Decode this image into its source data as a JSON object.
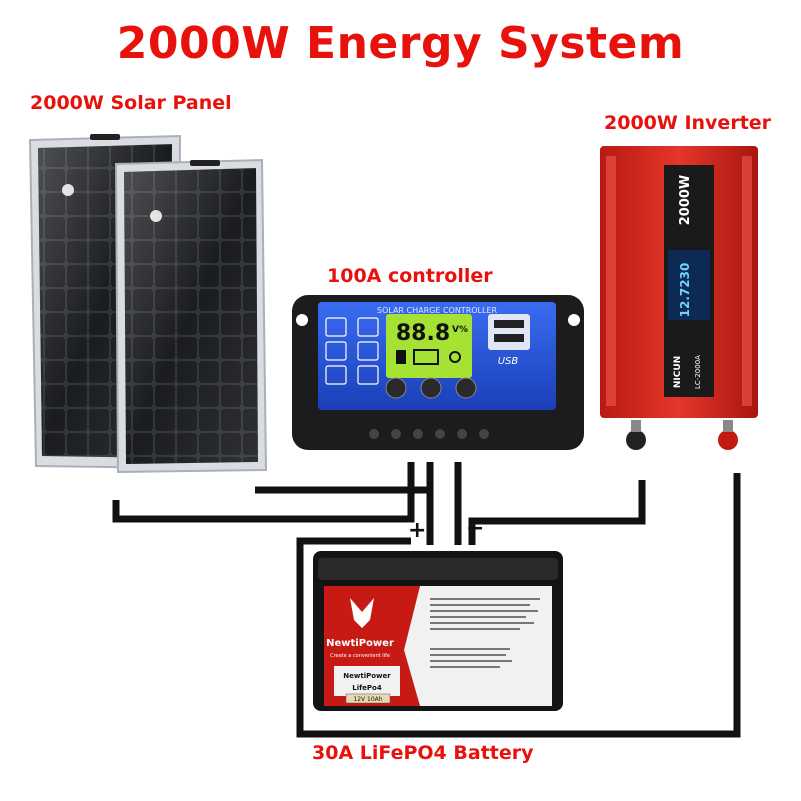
{
  "title": "2000W Energy System",
  "labels": {
    "solar_panel": "2000W Solar Panel",
    "inverter": "2000W Inverter",
    "controller": "100A controller",
    "battery": "30A  LiFePO4 Battery"
  },
  "polarity": {
    "positive": "+",
    "negative": "−"
  },
  "controller": {
    "header": "SOLAR CHARGE CONTROLLER",
    "lcd": "88.8",
    "lcd_units": "V%",
    "usb": "USB"
  },
  "inverter": {
    "brand": "NICUN",
    "model": "LC-2000A",
    "power": "2000W",
    "display": "12.7230"
  },
  "battery": {
    "brand": "NewtiPower",
    "tagline": "Create a convenient life",
    "product": "NewtiPower",
    "chem": "LifePo4",
    "spec": "12V 10Ah"
  },
  "colors": {
    "accent": "#e8120c",
    "controller_blue": "#1e4fd8",
    "inverter_red": "#d8261c",
    "wire": "#111111"
  }
}
